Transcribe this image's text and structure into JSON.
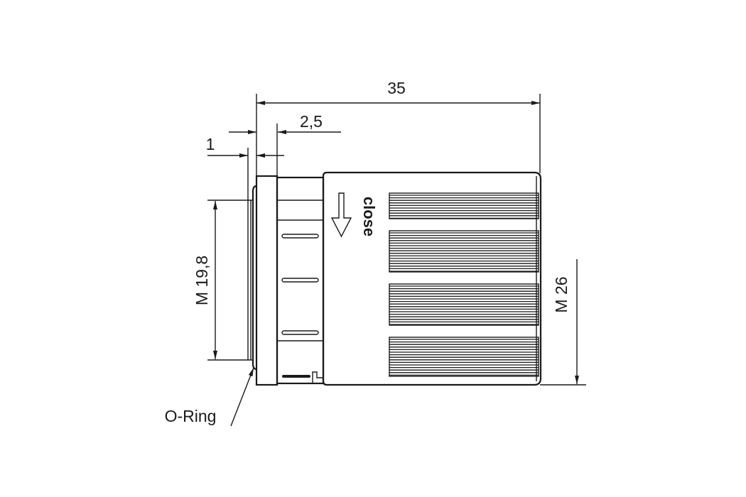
{
  "dimensions": {
    "overall_length": "35",
    "flange_width": "2,5",
    "oring_offset": "1",
    "thread": "M 19,8",
    "cap_thread": "M 26"
  },
  "labels": {
    "oring": "O-Ring",
    "close": "close"
  },
  "colors": {
    "line": "#1a1a1a",
    "background": "#ffffff"
  }
}
